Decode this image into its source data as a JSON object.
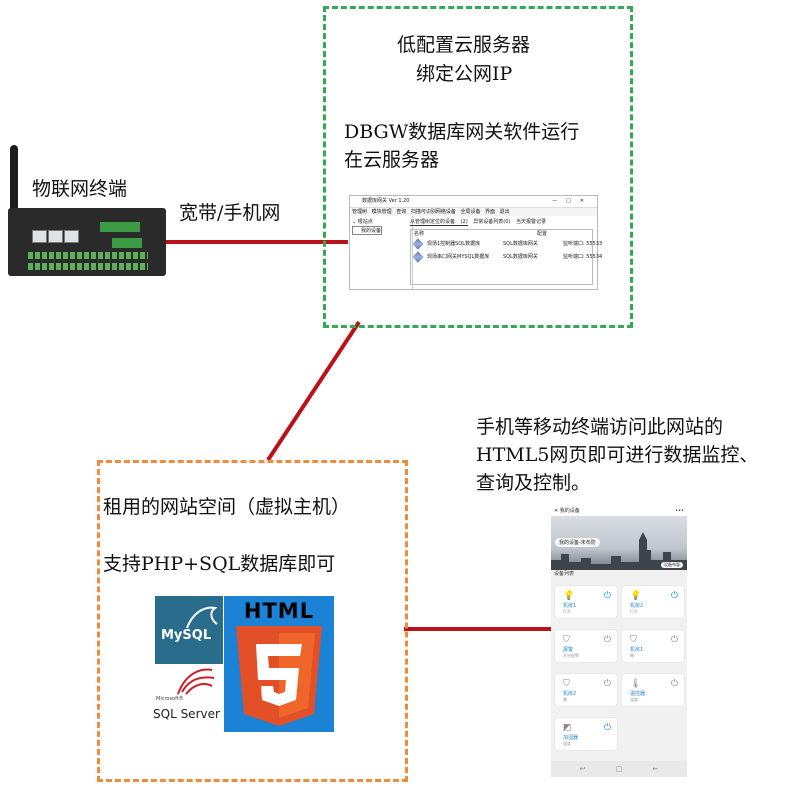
{
  "iot_terminal": {
    "label": "物联网终端"
  },
  "link_label": "宽带/手机网",
  "cloud_box": {
    "line1": "低配置云服务器",
    "line2": "绑定公网IP",
    "line3": "DBGW数据库网关软件运行",
    "line4": "在云服务器"
  },
  "software_window": {
    "title": "数据库网关 Ver 1.20",
    "controls": "—□✕",
    "menu": [
      "管理树",
      "模块管理",
      "查询",
      "扫描可识别网络设备",
      "全局设备",
      "界面",
      "退出"
    ],
    "tree_root": "根站点",
    "tree_child": "我的设备",
    "tabs": [
      "从管理树定位的设备 (2)",
      "异常设备列表(0)",
      "当天报警记录"
    ],
    "columns": [
      "名称",
      "配置"
    ],
    "rows": [
      {
        "name": "现场1控制器SQL数据库",
        "type": "SQL数据库网关",
        "config": "监听端口: 55533"
      },
      {
        "name": "现场串口网关MYSQL数据库",
        "type": "SQL数据库网关",
        "config": "监听端口: 55534"
      }
    ]
  },
  "hosting_box": {
    "line1": "租用的网站空间（虚拟主机）",
    "line2": "支持PHP+SQL数据库即可"
  },
  "logos": {
    "mysql": "MySQL",
    "microsoft": "Microsoft®",
    "sql_server": "SQL Server",
    "html": "HTML",
    "html5_digit": "5"
  },
  "mobile_caption": {
    "line1": "手机等移动终端访问此网站的",
    "line2": "HTML5网页即可进行数据监控、",
    "line3": "查询及控制。"
  },
  "phone": {
    "title": "我的设备",
    "menu_dots": "•••",
    "close": "✕",
    "badge": "我的设备-未布防",
    "badge_small": "设备布管",
    "list_title": "设备列表",
    "cards": [
      {
        "icon": "bulb-icon",
        "name": "机房1",
        "status": "打开",
        "power": "on"
      },
      {
        "icon": "bulb-icon",
        "name": "机房2",
        "status": "打开",
        "power": "on"
      },
      {
        "icon": "shield-icon",
        "name": "报警",
        "status": "开启报警",
        "power": "off"
      },
      {
        "icon": "shield-icon",
        "name": "机房1",
        "status": "撤",
        "power": "off"
      },
      {
        "icon": "shield-icon",
        "name": "机房2",
        "status": "撤",
        "power": "off"
      },
      {
        "icon": "thermometer-icon",
        "name": "温控器",
        "status": "温度",
        "power": "off"
      },
      {
        "icon": "humidifier-icon",
        "name": "加湿器",
        "status": "湿度",
        "power": "on"
      }
    ],
    "nav": [
      "↩",
      "□",
      "←"
    ]
  },
  "colors": {
    "connector": "#b8121a",
    "green_border": "#35a853",
    "orange_border": "#ef8b3c",
    "power_on": "#1e8fe0",
    "power_off": "#8a8a8a"
  }
}
